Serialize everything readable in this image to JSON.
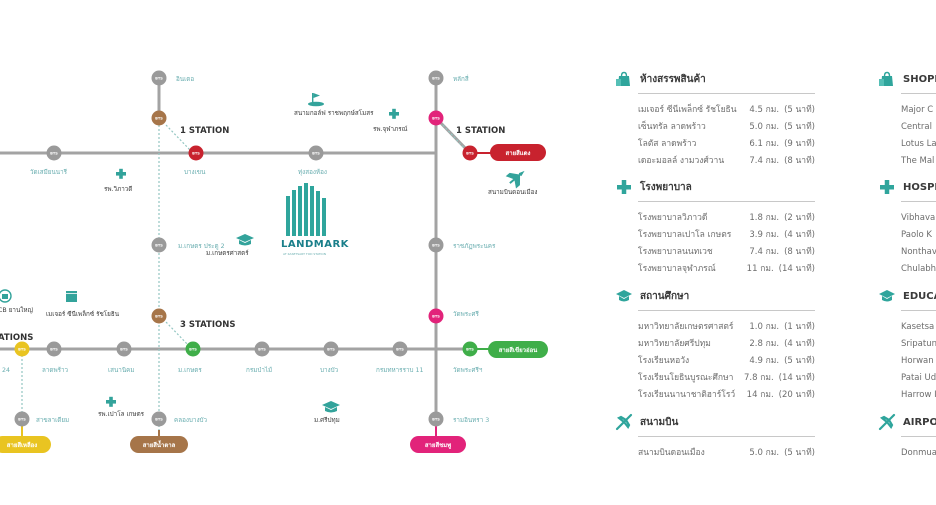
{
  "map": {
    "colors": {
      "line": "#a3a3a3",
      "dashed": "#93c6c2",
      "text_teal": "#6aaeb0",
      "mrt_station": "#9a9a9a"
    },
    "station_badge": "BTS",
    "route_callouts": [
      {
        "id": "red",
        "label": "1 STATION",
        "color": "#c8222e"
      },
      {
        "id": "pink",
        "label": "1 STATION",
        "color": "#e2237a"
      },
      {
        "id": "brown",
        "label": "3 STATIONS",
        "color": "#a67549"
      },
      {
        "id": "yellow",
        "label": "ATIONS",
        "color": "#e9c421"
      }
    ],
    "line_pills": [
      {
        "id": "red",
        "label": "สายสีแดง",
        "color": "#c8222e"
      },
      {
        "id": "green",
        "label": "สายสีเขียวอ่อน",
        "color": "#3fae49"
      },
      {
        "id": "pink",
        "label": "สายสีชมพู",
        "color": "#e2237a"
      },
      {
        "id": "brown",
        "label": "สายสีน้ำตาล",
        "color": "#a67549"
      },
      {
        "id": "yellow",
        "label": "สายสีเหลือง",
        "color": "#e9c421"
      }
    ],
    "station_labels": [
      "อินเตอ",
      "หลักสี่",
      "วัดเสมียนนารี",
      "บางเขน",
      "ทุ่งสองห้อง",
      "ม.เกษตร ประตู 2",
      "ราชภัฏพระนคร",
      "วัดพระศรี",
      "ลาดพร้าว",
      "เสนานิคม",
      "ม.เกษตร",
      "กรมป่าไม้",
      "บางบัว",
      "กรมทหารราบ 11",
      "วัดพระศรีฯ",
      "24",
      "สาขลาเดียม",
      "คลองบางบัว",
      "รามอินทรา 3"
    ],
    "landmarks": [
      "สนามกอล์ฟ ราชพฤกษ์สโมสร",
      "รพ.จุฬาภรณ์",
      "รพ.วิภาวดี",
      "สนามบินดอนเมือง",
      "ม.เกษตรศาสตร์",
      "CB ยานใหญ่",
      "เมเจอร์ ซีนีเพล็กซ์ รัชโยธิน",
      "รพ.เปาโล เกษตร",
      "ม.ศรีปทุม"
    ],
    "brand": {
      "name": "LANDMARK",
      "tagline": "AT KASETSART TOD STATION"
    }
  },
  "sections_th": [
    {
      "icon": "shopping-bag-icon",
      "title": "ห้างสรรพสินค้า",
      "rows": [
        {
          "name": "เมเจอร์ ซีนีเพล็กซ์ รัชโยธิน",
          "dist": "4.5 กม.",
          "time": "(5 นาที)"
        },
        {
          "name": "เซ็นทรัล ลาดพร้าว",
          "dist": "5.0 กม.",
          "time": "(5 นาที)"
        },
        {
          "name": "โลตัส ลาดพร้าว",
          "dist": "6.1 กม.",
          "time": "(9 นาที)"
        },
        {
          "name": "เดอะมอลล์ งามวงศ์วาน",
          "dist": "7.4 กม.",
          "time": "(8 นาที)"
        }
      ]
    },
    {
      "icon": "medical-cross-icon",
      "title": "โรงพยาบาล",
      "rows": [
        {
          "name": "โรงพยาบาลวิภาวดี",
          "dist": "1.8 กม.",
          "time": "(2 นาที)"
        },
        {
          "name": "โรงพยาบาลเปาโล เกษตร",
          "dist": "3.9 กม.",
          "time": "(4 นาที)"
        },
        {
          "name": "โรงพยาบาลนนทเวช",
          "dist": "7.4 กม.",
          "time": "(8 นาที)"
        },
        {
          "name": "โรงพยาบาลจุฬาภรณ์",
          "dist": "11 กม.",
          "time": "(14 นาที)"
        }
      ]
    },
    {
      "icon": "graduation-cap-icon",
      "title": "สถานศึกษา",
      "rows": [
        {
          "name": "มหาวิทยาลัยเกษตรศาสตร์",
          "dist": "1.0 กม.",
          "time": "(1 นาที)"
        },
        {
          "name": "มหาวิทยาลัยศรีปทุม",
          "dist": "2.8 กม.",
          "time": "(4 นาที)"
        },
        {
          "name": "โรงเรียนหอวัง",
          "dist": "4.9 กม.",
          "time": "(5 นาที)"
        },
        {
          "name": "โรงเรียนโยธินบูรณะศึกษา",
          "dist": "7.8 กม.",
          "time": "(14 นาที)"
        },
        {
          "name": "โรงเรียนนานาชาติฮาร์โรว์",
          "dist": "14 กม.",
          "time": "(20 นาที)"
        }
      ]
    },
    {
      "icon": "airplane-icon",
      "title": "สนามบิน",
      "rows": [
        {
          "name": "สนามบินดอนเมือง",
          "dist": "5.0 กม.",
          "time": "(5 นาที)"
        }
      ]
    }
  ],
  "sections_en": [
    {
      "icon": "shopping-bag-icon",
      "title": "SHOPP",
      "rows": [
        "Major C",
        "Central",
        "Lotus La",
        "The Mal"
      ]
    },
    {
      "icon": "medical-cross-icon",
      "title": "HOSPIT",
      "rows": [
        "Vibhava",
        "Paolo K",
        "Nonthav",
        "Chulabh"
      ]
    },
    {
      "icon": "graduation-cap-icon",
      "title": "EDUCA",
      "rows": [
        "Kasetsa",
        "Sripatun",
        "Horwan",
        "Patai Ud",
        "Harrow I"
      ]
    },
    {
      "icon": "airplane-icon",
      "title": "AIRPO",
      "rows": [
        "Donmua"
      ]
    }
  ]
}
